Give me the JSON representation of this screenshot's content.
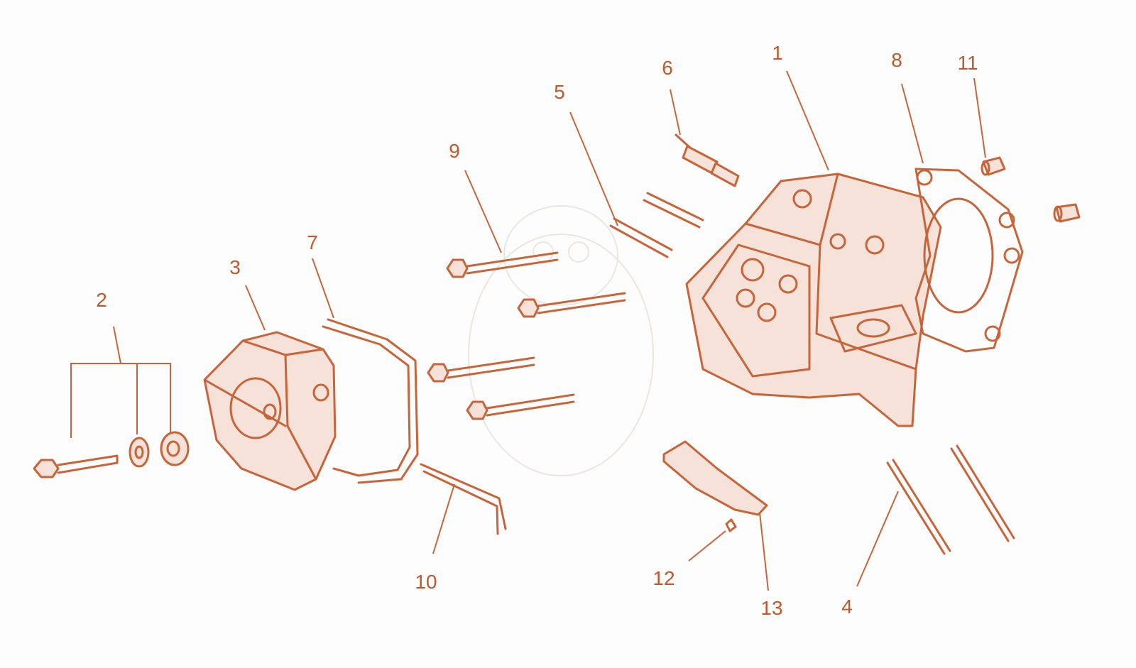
{
  "diagram": {
    "accent_color": "#c8643a",
    "callouts": [
      {
        "id": "1",
        "label": "1"
      },
      {
        "id": "2",
        "label": "2"
      },
      {
        "id": "3",
        "label": "3"
      },
      {
        "id": "4",
        "label": "4"
      },
      {
        "id": "5",
        "label": "5"
      },
      {
        "id": "6",
        "label": "6"
      },
      {
        "id": "7",
        "label": "7"
      },
      {
        "id": "8",
        "label": "8"
      },
      {
        "id": "9",
        "label": "9"
      },
      {
        "id": "10",
        "label": "10"
      },
      {
        "id": "11",
        "label": "11"
      },
      {
        "id": "12",
        "label": "12"
      },
      {
        "id": "13",
        "label": "13"
      }
    ]
  }
}
